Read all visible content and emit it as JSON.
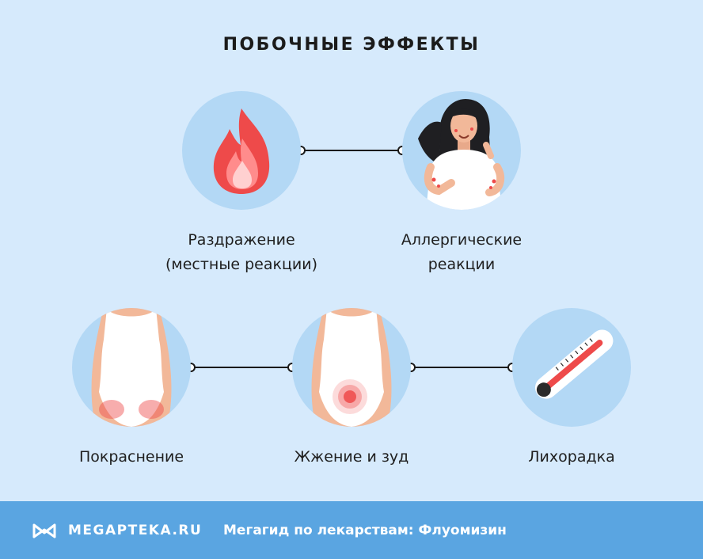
{
  "title": "ПОБОЧНЫЕ ЭФФЕКТЫ",
  "effects": [
    {
      "label_line1": "Раздражение",
      "label_line2": "(местные реакции)",
      "icon": "fire-icon"
    },
    {
      "label_line1": "Аллергические",
      "label_line2": "реакции",
      "icon": "woman-allergy-icon"
    },
    {
      "label_line1": "Покраснение",
      "icon": "body-redness-icon"
    },
    {
      "label_line1": "Жжение и зуд",
      "icon": "body-burning-icon"
    },
    {
      "label_line1": "Лихорадка",
      "icon": "thermometer-icon"
    }
  ],
  "footer": {
    "brand": "MEGAPTEKA.RU",
    "tagline": "Мегагид по лекарствам: Флуомизин",
    "logo_icon": "megapteka-logo-icon"
  },
  "colors": {
    "background": "#d6eafc",
    "circle": "#b3d8f5",
    "footer": "#5aa5e1",
    "accent_red": "#ee4a4a"
  }
}
